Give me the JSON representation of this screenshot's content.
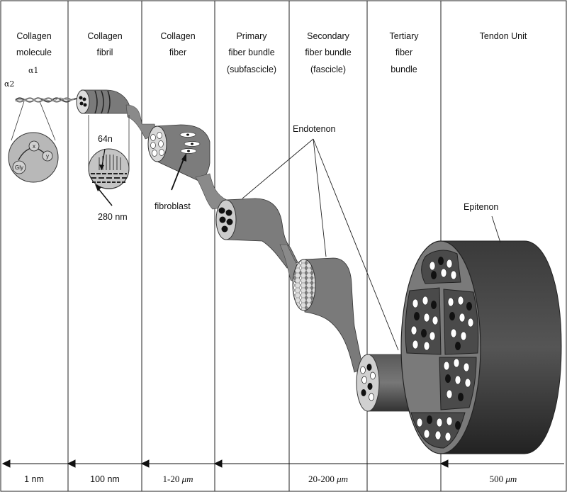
{
  "columns": [
    {
      "line1": "Collagen",
      "line2": "molecule",
      "line3": ""
    },
    {
      "line1": "Collagen",
      "line2": "fibril",
      "line3": ""
    },
    {
      "line1": "Collagen",
      "line2": "fiber",
      "line3": ""
    },
    {
      "line1": "Primary",
      "line2": "fiber bundle",
      "line3": "(subfascicle)"
    },
    {
      "line1": "Secondary",
      "line2": "fiber bundle",
      "line3": "(fascicle)"
    },
    {
      "line1": "Tertiary",
      "line2": "fiber",
      "line3": "bundle"
    },
    {
      "line1": "Tendon Unit",
      "line2": "",
      "line3": ""
    }
  ],
  "annotations": {
    "alpha1": "α1",
    "alpha2": "α2",
    "gly": "Gly",
    "x": "x",
    "y": "y",
    "period": "64n",
    "diameter": "280 nm",
    "fibroblast": "fibroblast",
    "endotenon": "Endotenon",
    "epitenon": "Epitenon"
  },
  "scale": {
    "s1": "1 nm",
    "s2": "100 nm",
    "s3_num": "1-20",
    "s3_unit": "μm",
    "s5_num": "20-200",
    "s5_unit": "μm",
    "s7_num": "500",
    "s7_unit": "μm"
  }
}
